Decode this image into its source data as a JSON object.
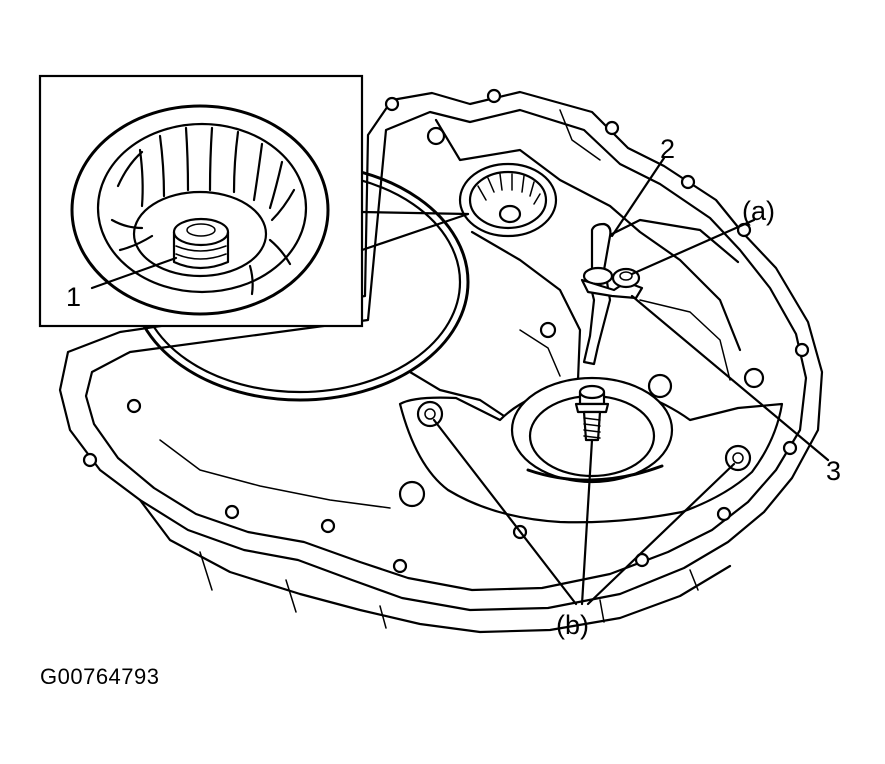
{
  "figure_id": "G00764793",
  "callouts": {
    "c1": "1",
    "c2": "2",
    "c3": "3",
    "ca": "(a)",
    "cb": "(b)"
  }
}
